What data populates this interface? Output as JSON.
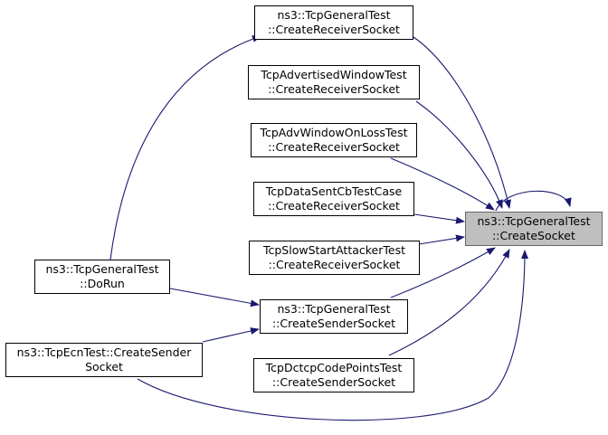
{
  "colors": {
    "edge": "#191970",
    "node_border": "#000000",
    "focus_fill": "#bfbfbf",
    "focus_border": "#666666"
  },
  "nodes": {
    "create_socket": {
      "line1": "ns3::TcpGeneralTest",
      "line2": "::CreateSocket"
    },
    "general_receiver": {
      "line1": "ns3::TcpGeneralTest",
      "line2": "::CreateReceiverSocket"
    },
    "advertised_window_receiver": {
      "line1": "TcpAdvertisedWindowTest",
      "line2": "::CreateReceiverSocket"
    },
    "adv_window_on_loss_receiver": {
      "line1": "TcpAdvWindowOnLossTest",
      "line2": "::CreateReceiverSocket"
    },
    "data_sent_cb_receiver": {
      "line1": "TcpDataSentCbTestCase",
      "line2": "::CreateReceiverSocket"
    },
    "slow_start_attacker_receiver": {
      "line1": "TcpSlowStartAttackerTest",
      "line2": "::CreateReceiverSocket"
    },
    "general_sender": {
      "line1": "ns3::TcpGeneralTest",
      "line2": "::CreateSenderSocket"
    },
    "dctcp_code_points_sender": {
      "line1": "TcpDctcpCodePointsTest",
      "line2": "::CreateSenderSocket"
    },
    "general_do_run": {
      "line1": "ns3::TcpGeneralTest",
      "line2": "::DoRun"
    },
    "ecn_test_sender": {
      "line1": "ns3::TcpEcnTest::CreateSender",
      "line2": "Socket"
    }
  }
}
